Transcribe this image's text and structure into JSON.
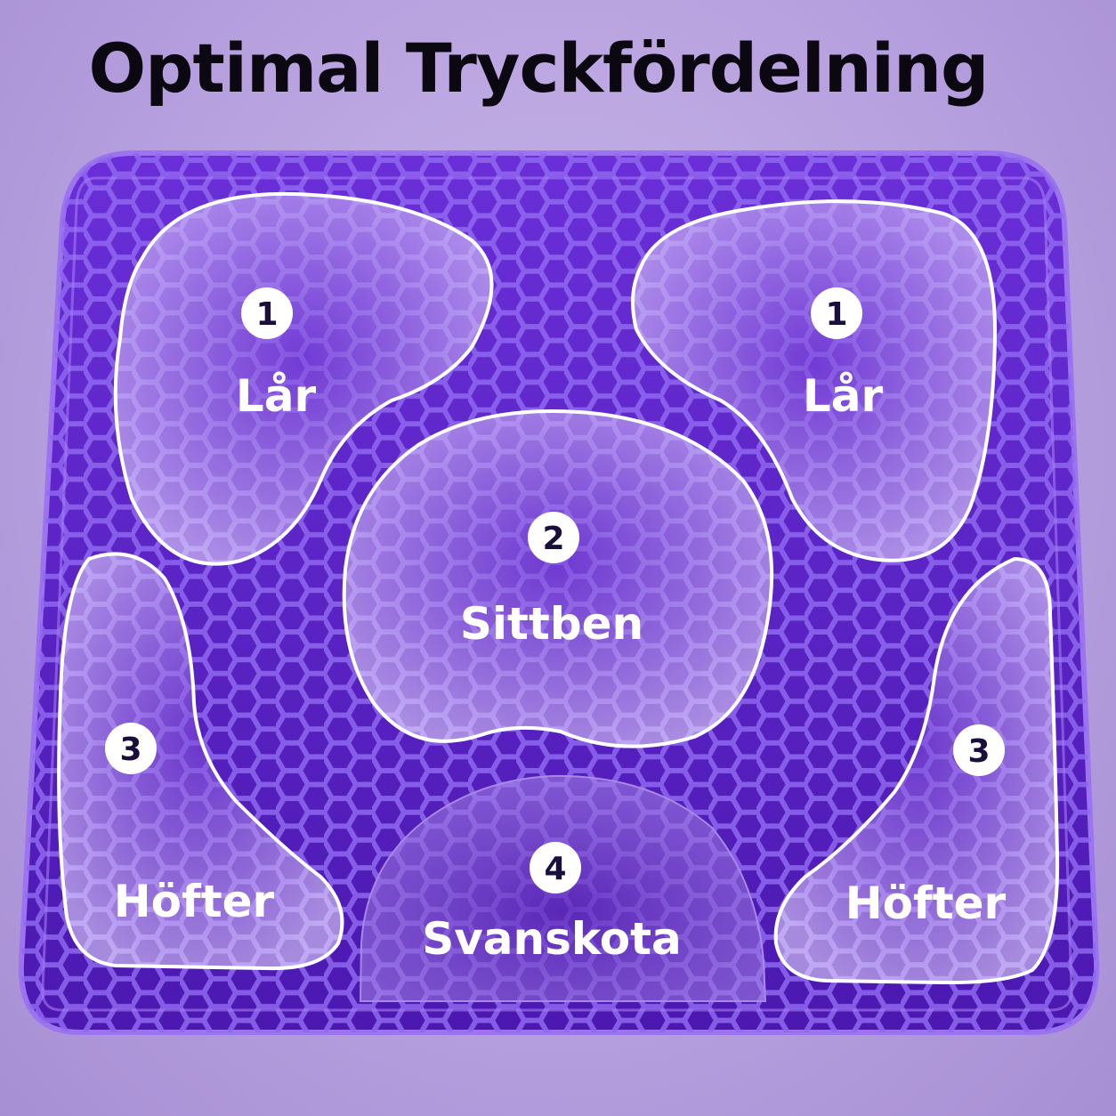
{
  "title": "Optimal Tryckfördelning",
  "colors": {
    "background": "#b7a1df",
    "cushion": "#5a22c8",
    "cushion_edge": "#8a5ae8",
    "honeycomb_line": "#8f68ef",
    "zone_fill": "#d8c8ff",
    "zone_outline": "#ffffff",
    "badge_fill": "#ffffff",
    "badge_text": "#1a0f3a",
    "label_text": "#ffffff"
  },
  "zones": [
    {
      "id": "thigh-left",
      "number": "1",
      "label": "Lår"
    },
    {
      "id": "thigh-right",
      "number": "1",
      "label": "Lår"
    },
    {
      "id": "sitting-bones",
      "number": "2",
      "label": "Sittben"
    },
    {
      "id": "hip-left",
      "number": "3",
      "label": "Höfter"
    },
    {
      "id": "hip-right",
      "number": "3",
      "label": "Höfter"
    },
    {
      "id": "tailbone",
      "number": "4",
      "label": "Svanskota"
    }
  ]
}
